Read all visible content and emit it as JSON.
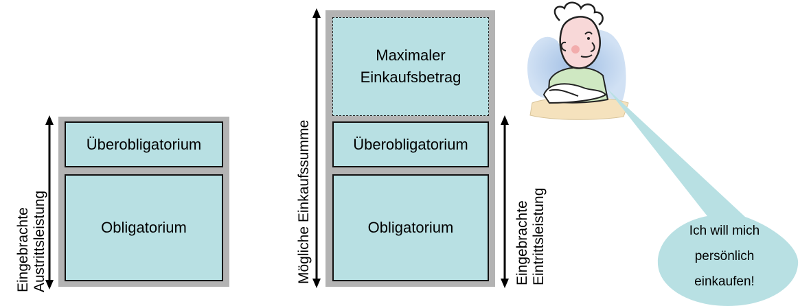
{
  "left_stack": {
    "top_label": "Überobligatorium",
    "bottom_label": "Obligatorium",
    "side_label_lines": [
      "Eingebrachte",
      "Austrittsleistung"
    ]
  },
  "right_stack": {
    "max_label_lines": [
      "Maximaler",
      "Einkaufsbetrag"
    ],
    "top_label": "Überobligatorium",
    "bottom_label": "Obligatorium",
    "left_side_label": "Mögliche Einkaufssumme",
    "right_side_label_lines": [
      "Eingebrachte",
      "Eintrittsleistung"
    ]
  },
  "speech_bubble": {
    "lines": [
      "Ich will mich",
      "persönlich",
      "einkaufen!"
    ],
    "color": "#b8e0e3"
  },
  "colors": {
    "box_fill": "#b8e0e3",
    "frame": "#b3b3b3"
  }
}
